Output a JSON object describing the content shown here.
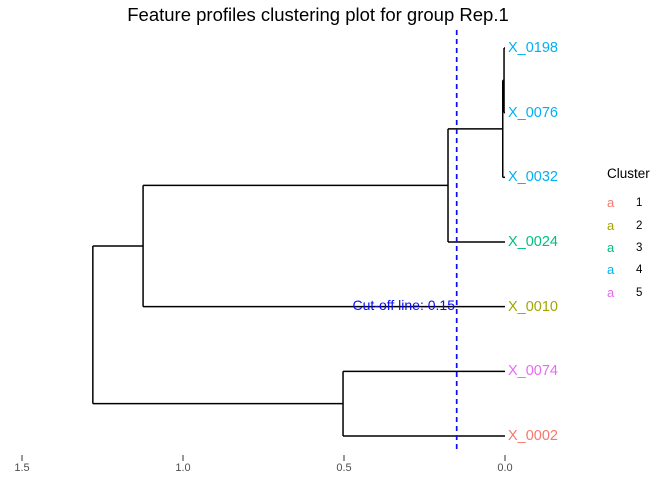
{
  "chart_data": {
    "type": "dendrogram",
    "title": "Feature profiles clustering plot for group Rep.1",
    "orientation": "horizontal",
    "leaves": [
      {
        "id": "L0",
        "label": "X_0198",
        "cluster": "4"
      },
      {
        "id": "L1",
        "label": "X_0076",
        "cluster": "4"
      },
      {
        "id": "L2",
        "label": "X_0032",
        "cluster": "4"
      },
      {
        "id": "L3",
        "label": "X_0024",
        "cluster": "3"
      },
      {
        "id": "L4",
        "label": "X_0010",
        "cluster": "2"
      },
      {
        "id": "L5",
        "label": "X_0074",
        "cluster": "5"
      },
      {
        "id": "L6",
        "label": "X_0002",
        "cluster": "1"
      }
    ],
    "merges": [
      {
        "id": "M1",
        "children": [
          "L0",
          "L1"
        ],
        "height": 0.003
      },
      {
        "id": "M2",
        "children": [
          "M1",
          "L2"
        ],
        "height": 0.007
      },
      {
        "id": "M3",
        "children": [
          "M2",
          "L3"
        ],
        "height": 0.177
      },
      {
        "id": "M4",
        "children": [
          "M3",
          "L4"
        ],
        "height": 1.124
      },
      {
        "id": "M5",
        "children": [
          "L5",
          "L6"
        ],
        "height": 0.503
      },
      {
        "id": "M6",
        "children": [
          "M4",
          "M5"
        ],
        "height": 1.28
      }
    ],
    "cutoff": {
      "value": 0.15,
      "label": "Cut-off line: 0.15",
      "color": "#0b0bff"
    },
    "x_axis": {
      "ticks": [
        1.5,
        1.0,
        0.5,
        0.0
      ],
      "tick_labels": [
        "1.5",
        "1.0",
        "0.5",
        "0.0"
      ],
      "range": [
        1.5,
        0.0
      ]
    },
    "legend": {
      "title": "Cluster",
      "key_glyph": "a",
      "items": [
        {
          "label": "1",
          "color": "#F8766D"
        },
        {
          "label": "2",
          "color": "#A3A500"
        },
        {
          "label": "3",
          "color": "#00BF7D"
        },
        {
          "label": "4",
          "color": "#00B0F6"
        },
        {
          "label": "5",
          "color": "#E76BF3"
        }
      ]
    },
    "cluster_colors": {
      "1": "#F8766D",
      "2": "#A3A500",
      "3": "#00BF7D",
      "4": "#00B0F6",
      "5": "#E76BF3"
    },
    "branch_color": "#000000"
  }
}
